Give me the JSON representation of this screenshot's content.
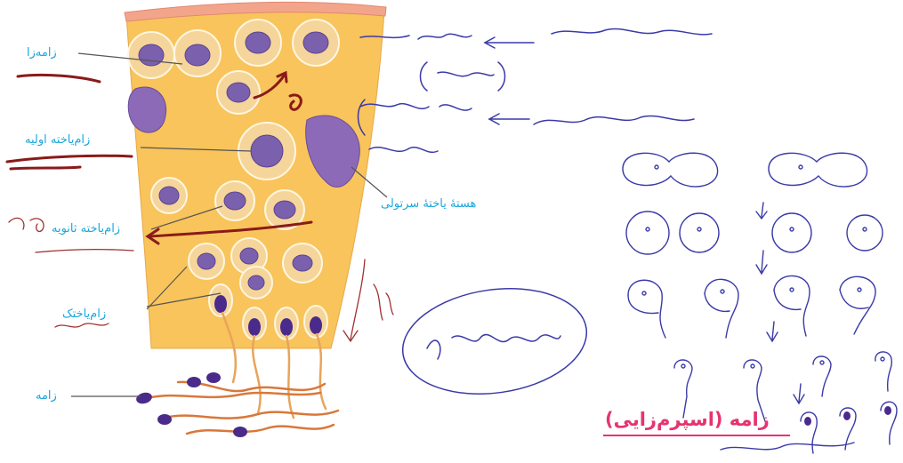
{
  "colors": {
    "label_blue": "#19a7dc",
    "title_pink": "#e7336f",
    "tissue_fill": "#f8c45b",
    "membrane": "#f0a07a",
    "nucleus": "#7b60ad",
    "sperm_head": "#4a2a8a",
    "handwriting_red": "#8a1a1a",
    "handwriting_blue": "#3a3aa8"
  },
  "labels": {
    "zameza": "زامه‌زا",
    "primary": "زام‌یاخته اولیه",
    "secondary": "زام‌یاخته ثانویه",
    "spermatid": "زام‌یاختک",
    "sperm": "زامه",
    "sertoli": "هستهٔ یاختهٔ سرتولی"
  },
  "title": "زامه (اسپرم‌زایی)"
}
